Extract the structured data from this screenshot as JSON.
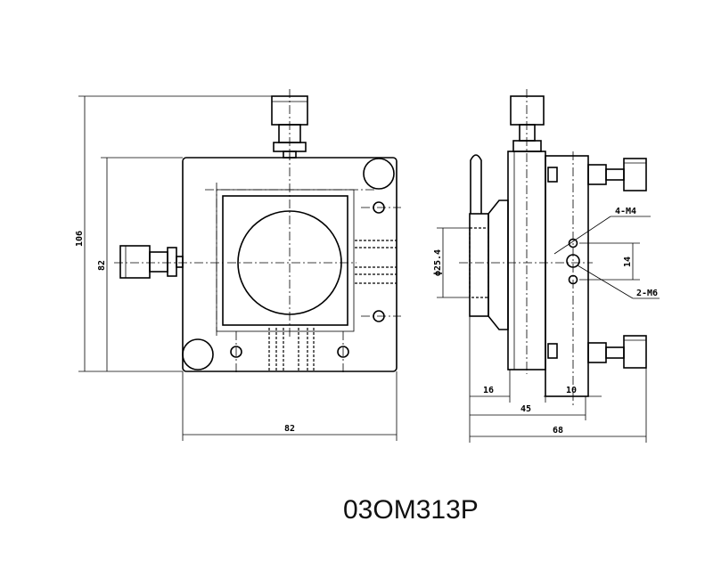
{
  "model": "03OM313P",
  "front_view": {
    "height_overall": "106",
    "height_plate": "82",
    "width_plate": "82"
  },
  "side_view": {
    "aperture": "ϕ25.4",
    "holes_small": "4-M4",
    "holes_large": "2-M6",
    "hole_spacing": "14",
    "dim_lens_depth": "16",
    "dim_plate": "10",
    "dim_body": "45",
    "dim_overall": "68"
  }
}
